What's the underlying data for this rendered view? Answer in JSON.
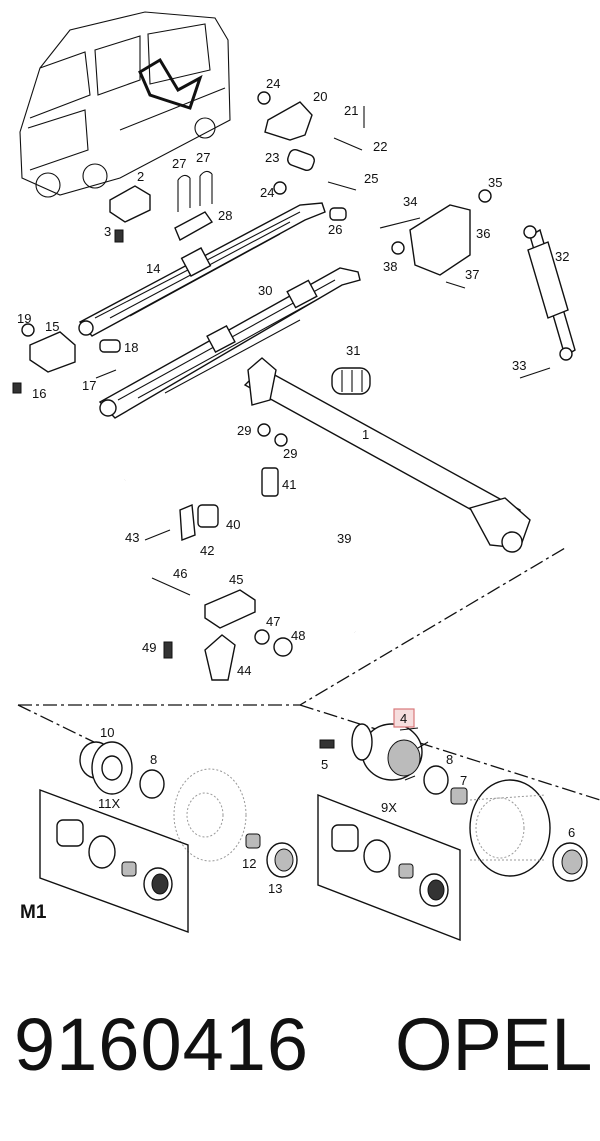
{
  "diagram": {
    "section_label": "M1",
    "highlighted_callout": "4",
    "callouts": [
      {
        "id": "c1",
        "text": "1"
      },
      {
        "id": "c2",
        "text": "2"
      },
      {
        "id": "c3",
        "text": "3"
      },
      {
        "id": "c4",
        "text": "4"
      },
      {
        "id": "c5",
        "text": "5"
      },
      {
        "id": "c6",
        "text": "6"
      },
      {
        "id": "c7",
        "text": "7"
      },
      {
        "id": "c8a",
        "text": "8"
      },
      {
        "id": "c8b",
        "text": "8"
      },
      {
        "id": "c9x",
        "text": "9X"
      },
      {
        "id": "c10",
        "text": "10"
      },
      {
        "id": "c11x",
        "text": "11X"
      },
      {
        "id": "c12",
        "text": "12"
      },
      {
        "id": "c13",
        "text": "13"
      },
      {
        "id": "c14",
        "text": "14"
      },
      {
        "id": "c15",
        "text": "15"
      },
      {
        "id": "c16",
        "text": "16"
      },
      {
        "id": "c17",
        "text": "17"
      },
      {
        "id": "c18",
        "text": "18"
      },
      {
        "id": "c19",
        "text": "19"
      },
      {
        "id": "c20",
        "text": "20"
      },
      {
        "id": "c21",
        "text": "21"
      },
      {
        "id": "c22",
        "text": "22"
      },
      {
        "id": "c23",
        "text": "23"
      },
      {
        "id": "c24a",
        "text": "24"
      },
      {
        "id": "c24b",
        "text": "24"
      },
      {
        "id": "c25",
        "text": "25"
      },
      {
        "id": "c26",
        "text": "26"
      },
      {
        "id": "c27a",
        "text": "27"
      },
      {
        "id": "c27b",
        "text": "27"
      },
      {
        "id": "c28",
        "text": "28"
      },
      {
        "id": "c29a",
        "text": "29"
      },
      {
        "id": "c29b",
        "text": "29"
      },
      {
        "id": "c30",
        "text": "30"
      },
      {
        "id": "c31",
        "text": "31"
      },
      {
        "id": "c32",
        "text": "32"
      },
      {
        "id": "c33",
        "text": "33"
      },
      {
        "id": "c34",
        "text": "34"
      },
      {
        "id": "c35",
        "text": "35"
      },
      {
        "id": "c36",
        "text": "36"
      },
      {
        "id": "c37",
        "text": "37"
      },
      {
        "id": "c38",
        "text": "38"
      },
      {
        "id": "c39",
        "text": "39"
      },
      {
        "id": "c40",
        "text": "40"
      },
      {
        "id": "c41",
        "text": "41"
      },
      {
        "id": "c42",
        "text": "42"
      },
      {
        "id": "c43",
        "text": "43"
      },
      {
        "id": "c44",
        "text": "44"
      },
      {
        "id": "c45",
        "text": "45"
      },
      {
        "id": "c46",
        "text": "46"
      },
      {
        "id": "c47",
        "text": "47"
      },
      {
        "id": "c48",
        "text": "48"
      },
      {
        "id": "c49",
        "text": "49"
      }
    ]
  },
  "footer": {
    "part_number": "9160416",
    "brand": "OPEL"
  },
  "colors": {
    "highlight_fill": "#f6dede",
    "highlight_stroke": "#d9797b",
    "line": "#111111"
  }
}
